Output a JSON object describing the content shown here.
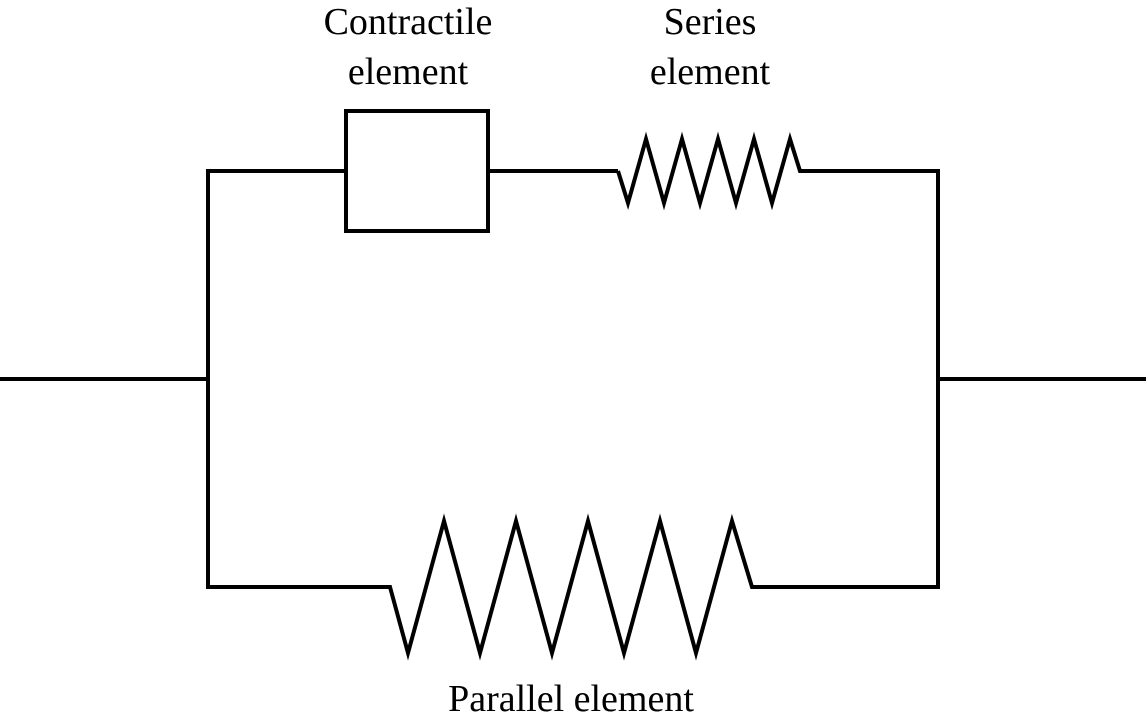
{
  "diagram": {
    "contractile_label_line1": "Contractile",
    "contractile_label_line2": "element",
    "series_label_line1": "Series",
    "series_label_line2": "element",
    "parallel_label": "Parallel element",
    "line_color": "#000000",
    "background": "#ffffff"
  }
}
